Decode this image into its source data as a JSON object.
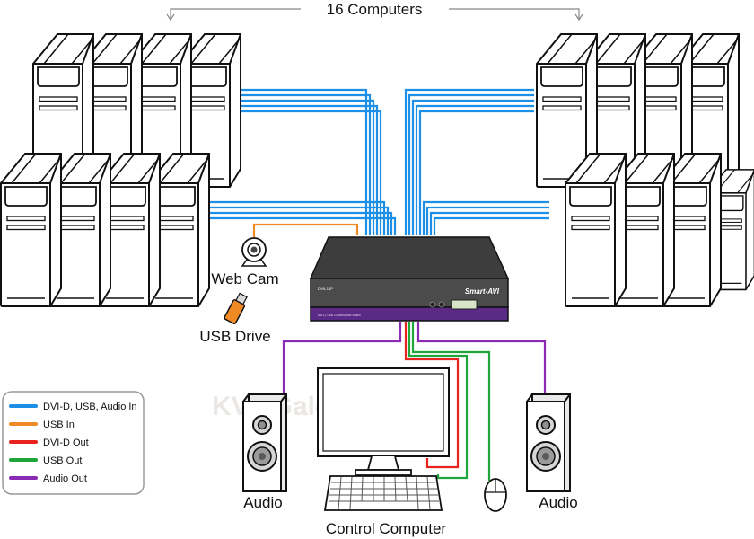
{
  "header": {
    "title": "16 Computers"
  },
  "labels": {
    "webcam": "Web Cam",
    "usb_drive": "USB Drive",
    "audio_left": "Audio",
    "audio_right": "Audio",
    "control_computer": "Control Computer"
  },
  "device": {
    "model": "DVN-16P",
    "brand": "Smart-AVI",
    "subtitle": "DVI-D, USB 2.0 and Audio Switch"
  },
  "watermark": "KVMGalore",
  "legend": {
    "items": [
      {
        "label": "DVI-D, USB, Audio In",
        "color": "#1e8fe6"
      },
      {
        "label": "USB In",
        "color": "#f08a24"
      },
      {
        "label": "DVI-D Out",
        "color": "#e8231f"
      },
      {
        "label": "USB Out",
        "color": "#1fa53a"
      },
      {
        "label": "Audio Out",
        "color": "#8b2ab5"
      }
    ]
  },
  "colors": {
    "input_bundle": "#1e8fe6",
    "usb_in": "#f08a24",
    "dvi_out": "#e8231f",
    "usb_out": "#1fa53a",
    "audio_out": "#8b2ab5",
    "device_body": "#4a4a4a",
    "device_band": "#5b2a86"
  },
  "icons": {
    "tower": "desktop-tower-icon",
    "webcam": "webcam-icon",
    "usb_drive": "usb-drive-icon",
    "speaker": "speaker-icon",
    "monitor": "monitor-icon",
    "keyboard": "keyboard-icon",
    "mouse": "mouse-icon"
  }
}
